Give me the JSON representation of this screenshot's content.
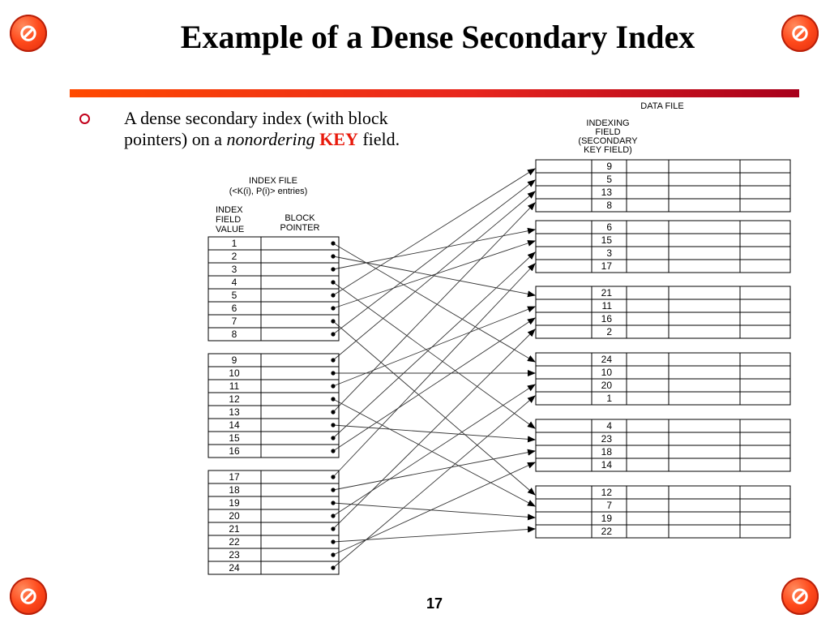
{
  "slide": {
    "title": "Example of a Dense Secondary Index",
    "page_number": "17",
    "icon_name": "no-smoking-style-corner-icon",
    "accent_color": "#e8261e"
  },
  "bullet": {
    "line1": "A dense secondary index (with block",
    "line2_prefix": "pointers) on a ",
    "line2_italic": "nonordering",
    "line2_keyword": "KEY",
    "line2_suffix": " field."
  },
  "index_file": {
    "title_line1": "INDEX FILE",
    "title_line2": "(<K(i), P(i)> entries)",
    "col1_header": [
      "INDEX",
      "FIELD",
      "VALUE"
    ],
    "col2_header": [
      "BLOCK",
      "POINTER"
    ],
    "blocks": [
      [
        1,
        2,
        3,
        4,
        5,
        6,
        7,
        8
      ],
      [
        9,
        10,
        11,
        12,
        13,
        14,
        15,
        16
      ],
      [
        17,
        18,
        19,
        20,
        21,
        22,
        23,
        24
      ]
    ]
  },
  "data_file": {
    "title": "DATA FILE",
    "field_header": [
      "INDEXING",
      "FIELD",
      "(SECONDARY",
      "KEY FIELD)"
    ],
    "blocks": [
      [
        9,
        5,
        13,
        8
      ],
      [
        6,
        15,
        3,
        17
      ],
      [
        21,
        11,
        16,
        2
      ],
      [
        24,
        10,
        20,
        1
      ],
      [
        4,
        23,
        18,
        14
      ],
      [
        12,
        7,
        19,
        22
      ]
    ]
  }
}
